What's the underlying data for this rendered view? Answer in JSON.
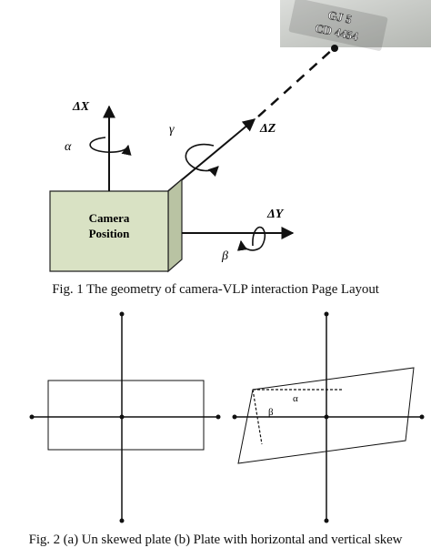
{
  "figure1": {
    "plate_line1": "GJ 5",
    "plate_line2": "CD 4454",
    "box_line1": "Camera",
    "box_line2": "Position",
    "axis_x": "ΔX",
    "axis_y": "ΔY",
    "axis_z": "ΔZ",
    "rot_alpha": "α",
    "rot_beta": "β",
    "rot_gamma": "γ",
    "caption": "Fig. 1  The geometry of camera-VLP interaction Page Layout"
  },
  "figure2": {
    "skew_alpha": "α",
    "skew_beta": "β",
    "caption": "Fig. 2 (a) Un skewed plate (b) Plate with horizontal and vertical skew"
  },
  "colors": {
    "box_face": "#d9e2c4",
    "box_side": "#b9c3a3",
    "plate_bg": "#c9cbc7"
  }
}
